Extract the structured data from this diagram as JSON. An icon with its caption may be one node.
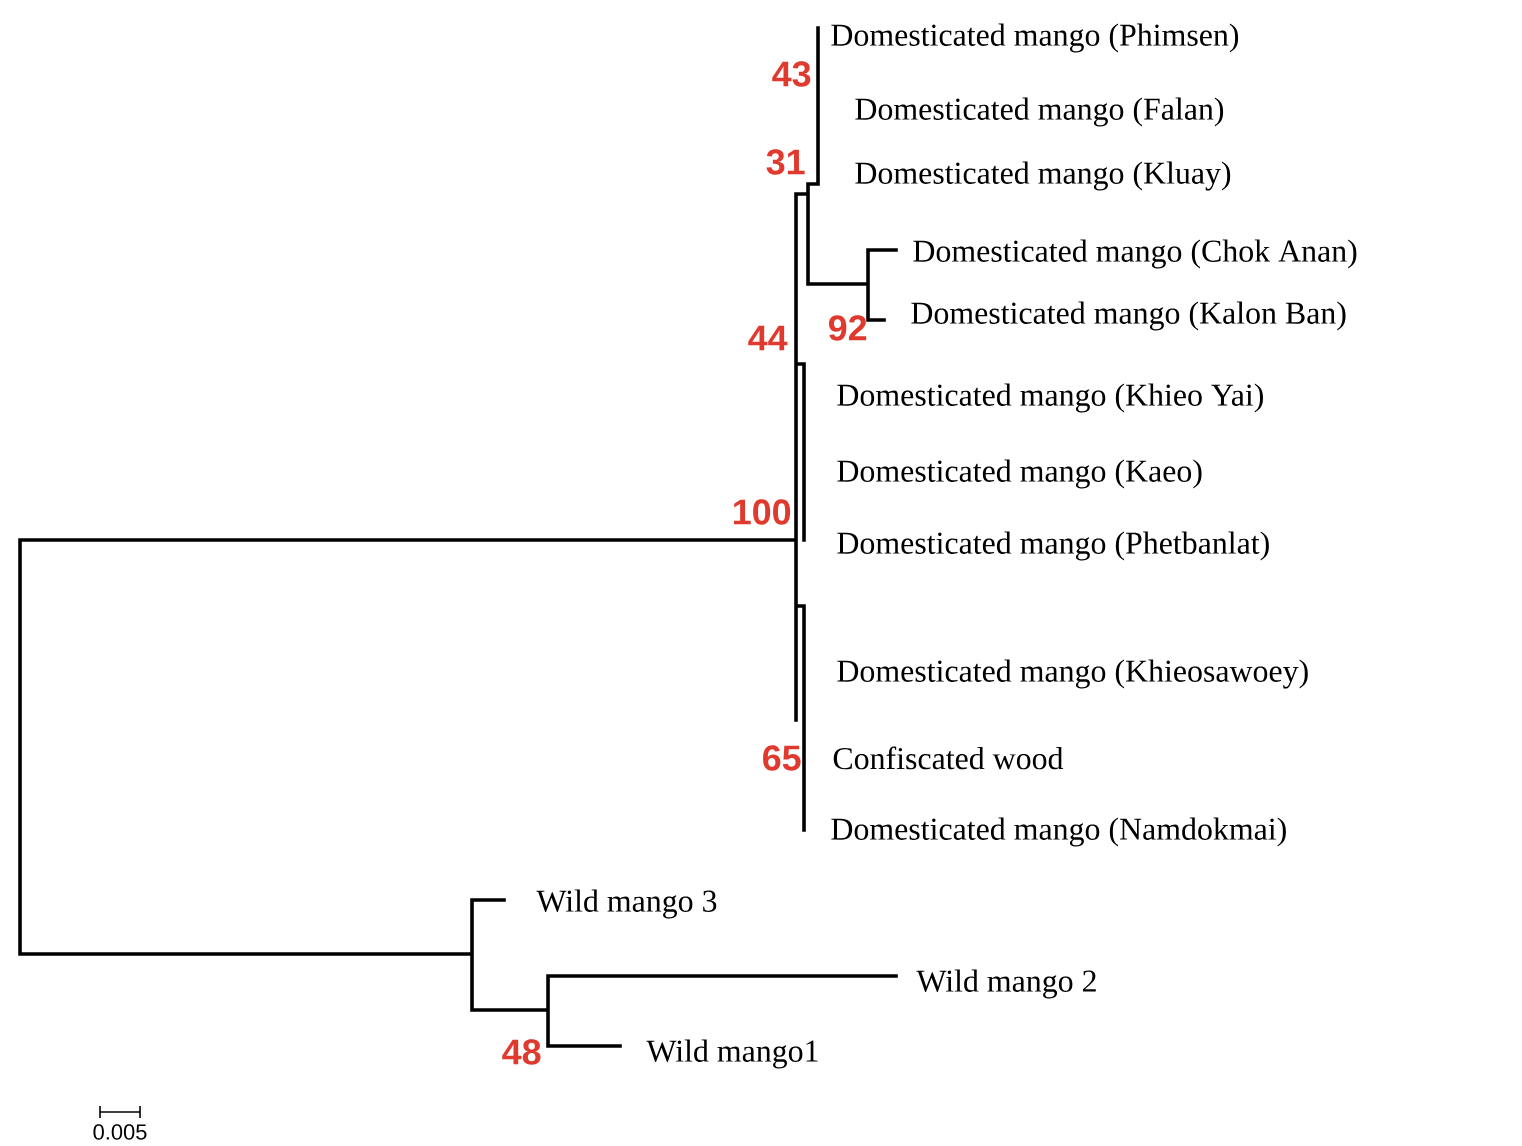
{
  "diagram": {
    "labels": [
      "Domesticated mango (Phimsen)",
      "43",
      "Domesticated mango (Falan)",
      "31",
      "Domesticated mango (Kluay)",
      "Domesticated mango (Chok Anan)",
      "44",
      "92",
      "Domesticated mango (Kalon Ban)",
      "Domesticated mango (Khieo Yai)",
      "Domesticated mango (Kaeo)",
      "100",
      "Domesticated mango (Phetbanlat)",
      "Domesticated mango (Khieosawoey)",
      "65",
      "Confiscated wood",
      "Domesticated mango (Namdokmai)",
      "Wild mango 3",
      "Wild mango 2",
      "48",
      "Wild mango1",
      "0.005"
    ]
  }
}
